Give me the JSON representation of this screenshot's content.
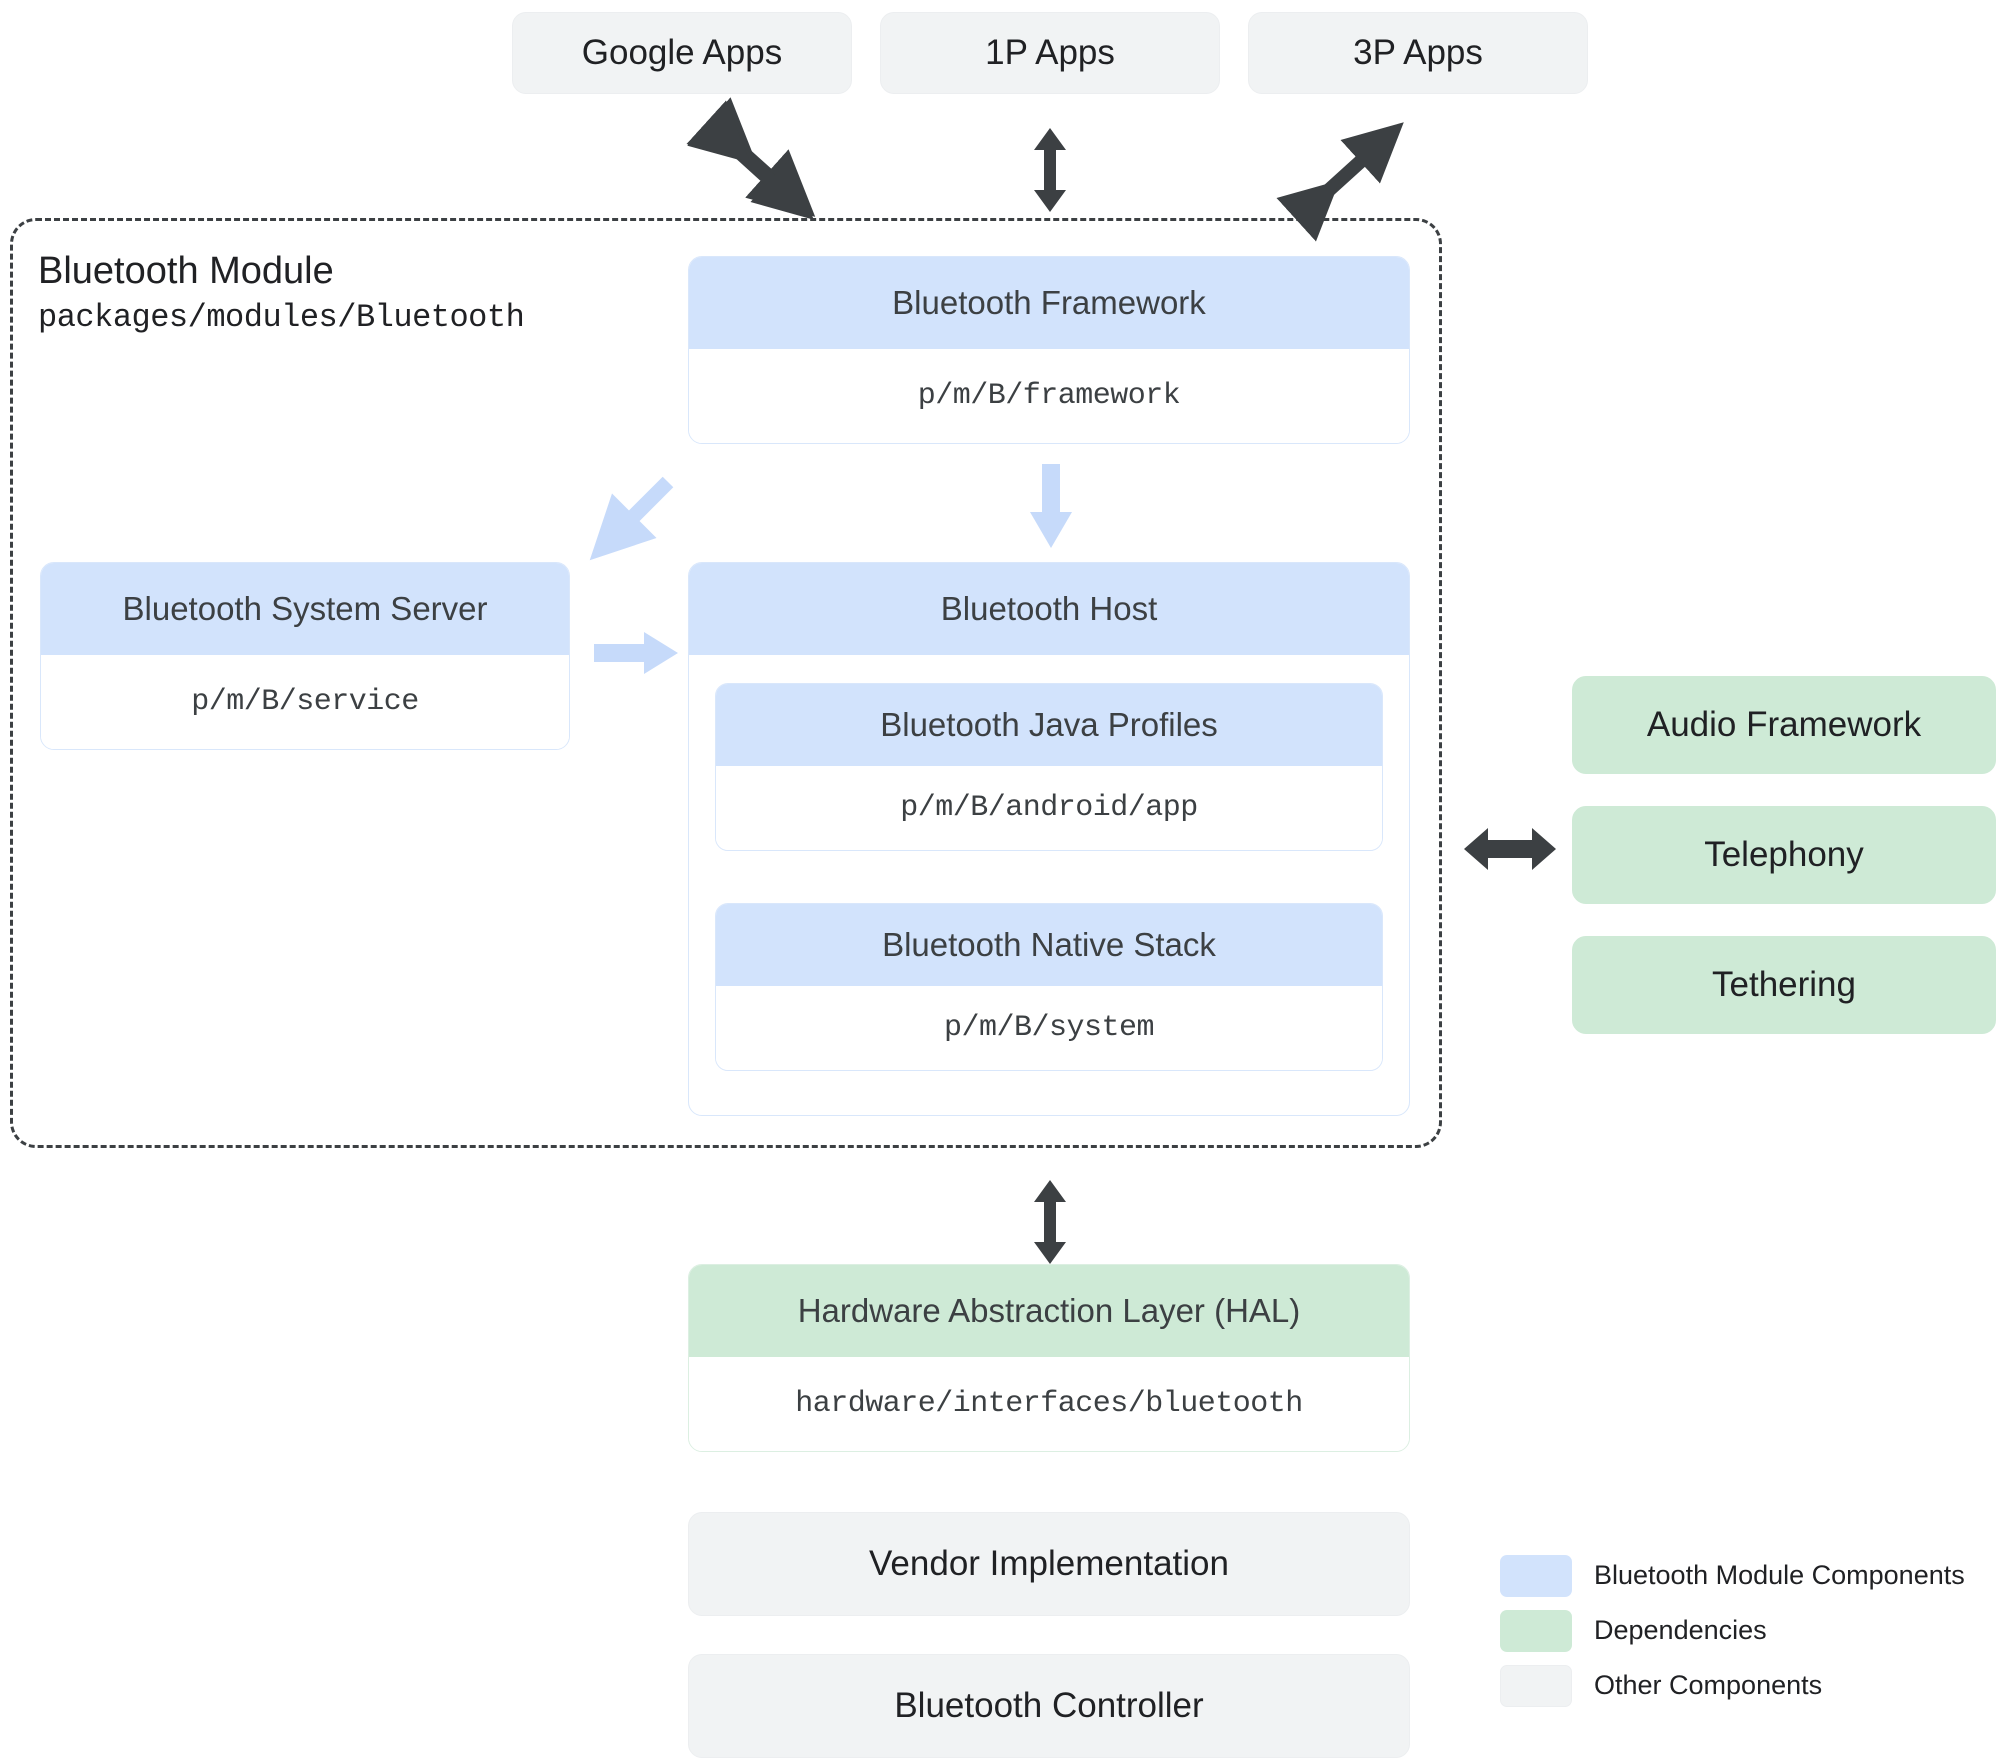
{
  "top_apps": [
    {
      "label": "Google Apps"
    },
    {
      "label": "1P Apps"
    },
    {
      "label": "3P Apps"
    }
  ],
  "module": {
    "title": "Bluetooth Module",
    "path": "packages/modules/Bluetooth"
  },
  "components": {
    "framework": {
      "title": "Bluetooth Framework",
      "path": "p/m/B/framework"
    },
    "system_server": {
      "title": "Bluetooth System Server",
      "path": "p/m/B/service"
    },
    "host": {
      "title": "Bluetooth Host"
    },
    "java_profiles": {
      "title": "Bluetooth Java Profiles",
      "path": "p/m/B/android/app"
    },
    "native_stack": {
      "title": "Bluetooth Native Stack",
      "path": "p/m/B/system"
    },
    "hal": {
      "title": "Hardware Abstraction Layer (HAL)",
      "path": "hardware/interfaces/bluetooth"
    },
    "vendor": {
      "title": "Vendor Implementation"
    },
    "controller": {
      "title": "Bluetooth Controller"
    }
  },
  "dependencies": [
    {
      "label": "Audio Framework"
    },
    {
      "label": "Telephony"
    },
    {
      "label": "Tethering"
    }
  ],
  "legend": [
    {
      "label": "Bluetooth Module Components",
      "color": "#d2e3fc"
    },
    {
      "label": "Dependencies",
      "color": "#ceead6"
    },
    {
      "label": "Other Components",
      "color": "#f1f3f4"
    }
  ],
  "arrows": [
    {
      "name": "google-apps-to-module",
      "kind": "bidirectional-diagonal-nwse"
    },
    {
      "name": "first-party-apps-to-module",
      "kind": "bidirectional-vertical"
    },
    {
      "name": "third-party-apps-to-module",
      "kind": "bidirectional-diagonal-swne"
    },
    {
      "name": "framework-to-system-server",
      "kind": "diagonal-down-left"
    },
    {
      "name": "framework-to-host",
      "kind": "down"
    },
    {
      "name": "system-server-to-host",
      "kind": "right"
    },
    {
      "name": "host-to-dependencies",
      "kind": "bidirectional-horizontal"
    },
    {
      "name": "module-to-hal",
      "kind": "bidirectional-vertical"
    }
  ],
  "colors": {
    "module_component": "#d2e3fc",
    "dependency": "#ceead6",
    "other_component": "#f1f3f4",
    "arrow_dark": "#3c4043",
    "arrow_light": "#c6dafa"
  }
}
